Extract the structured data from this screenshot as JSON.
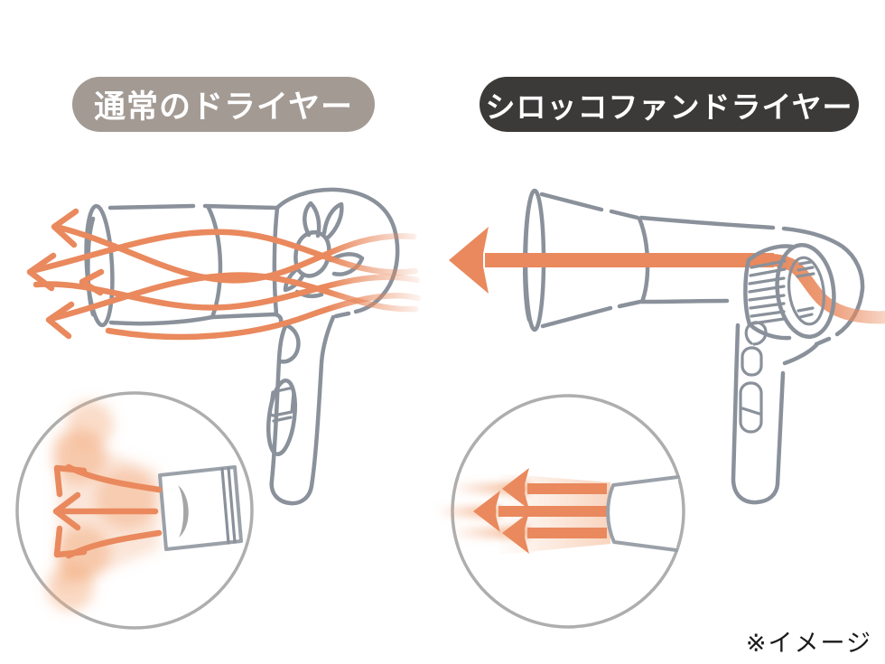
{
  "title_badges": {
    "left": "通常のドライヤー",
    "right": "シロッコファンドライヤー"
  },
  "note": "※イメージ",
  "colors": {
    "left_pill_bg": "#a39a94",
    "right_pill_bg": "#3b3a39",
    "pill_text": "#ffffff",
    "airflow_orange": "#e9895d",
    "line_gray": "#8a919b",
    "circle_gray": "#aeaeae",
    "nozzle_gray": "#9ba1a9",
    "note_text": "#1a1a1a",
    "page_bg": "#ffffff"
  },
  "icons": {
    "left_illustration": "normal-dryer-with-propeller-fan",
    "left_airflow": "wavy-diffused-airflow-arrows",
    "right_illustration": "sirocco-fan-dryer",
    "right_airflow": "straight-concentrated-airflow-arrow",
    "left_closeup": "nozzle-closeup-diffused-air",
    "right_closeup": "nozzle-closeup-straight-air"
  }
}
